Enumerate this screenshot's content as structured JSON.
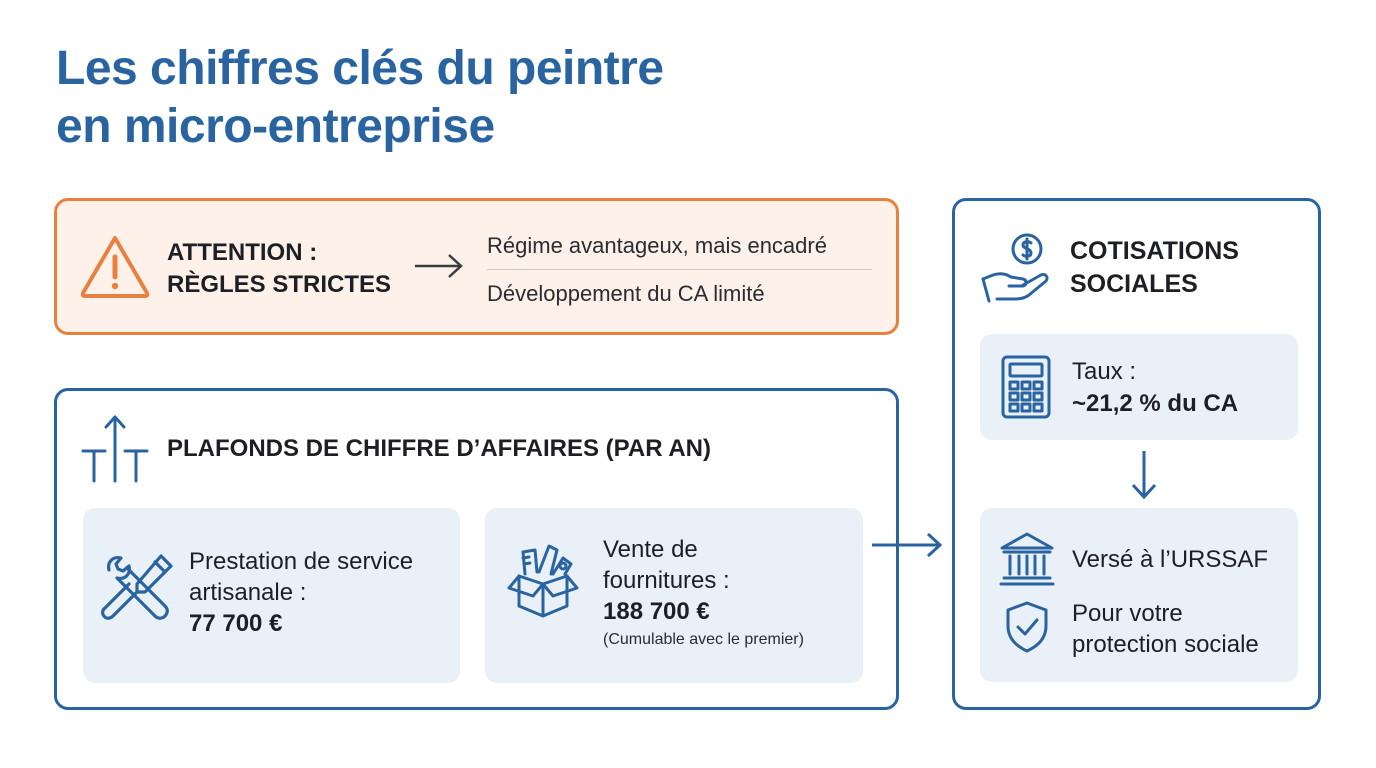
{
  "title": {
    "line1": "Les chiffres clés du peintre",
    "line2": "en micro-entreprise"
  },
  "attention": {
    "label_line1": "ATTENTION :",
    "label_line2": "RÈGLES STRICTES",
    "point1": "Régime avantageux, mais encadré",
    "point2": "Développement du CA limité",
    "icon": "warning-triangle-icon",
    "color": "#e8813f"
  },
  "plafonds": {
    "title": "PLAFONDS DE CHIFFRE D’AFFAIRES (PAR AN)",
    "icon": "ceiling-arrows-icon",
    "service": {
      "label_line1": "Prestation de service",
      "label_line2": "artisanale :",
      "amount": "77 700 €",
      "icon": "tools-icon"
    },
    "vente": {
      "label_line1": "Vente de",
      "label_line2": "fournitures :",
      "amount": "188 700 €",
      "note": "(Cumulable avec le premier)",
      "icon": "supplies-box-icon"
    }
  },
  "cotisations": {
    "title_line1": "COTISATIONS",
    "title_line2": "SOCIALES",
    "icon": "hand-coin-icon",
    "taux_label": "Taux :",
    "taux_value": "~21,2 % du CA",
    "verse": "Versé à l’URSSAF",
    "protection_line1": "Pour votre",
    "protection_line2": "protection sociale"
  },
  "colors": {
    "primary": "#2a64a0",
    "accent": "#e8813f",
    "panel": "#e9f0f8",
    "warning_bg": "#fdf1e9"
  }
}
